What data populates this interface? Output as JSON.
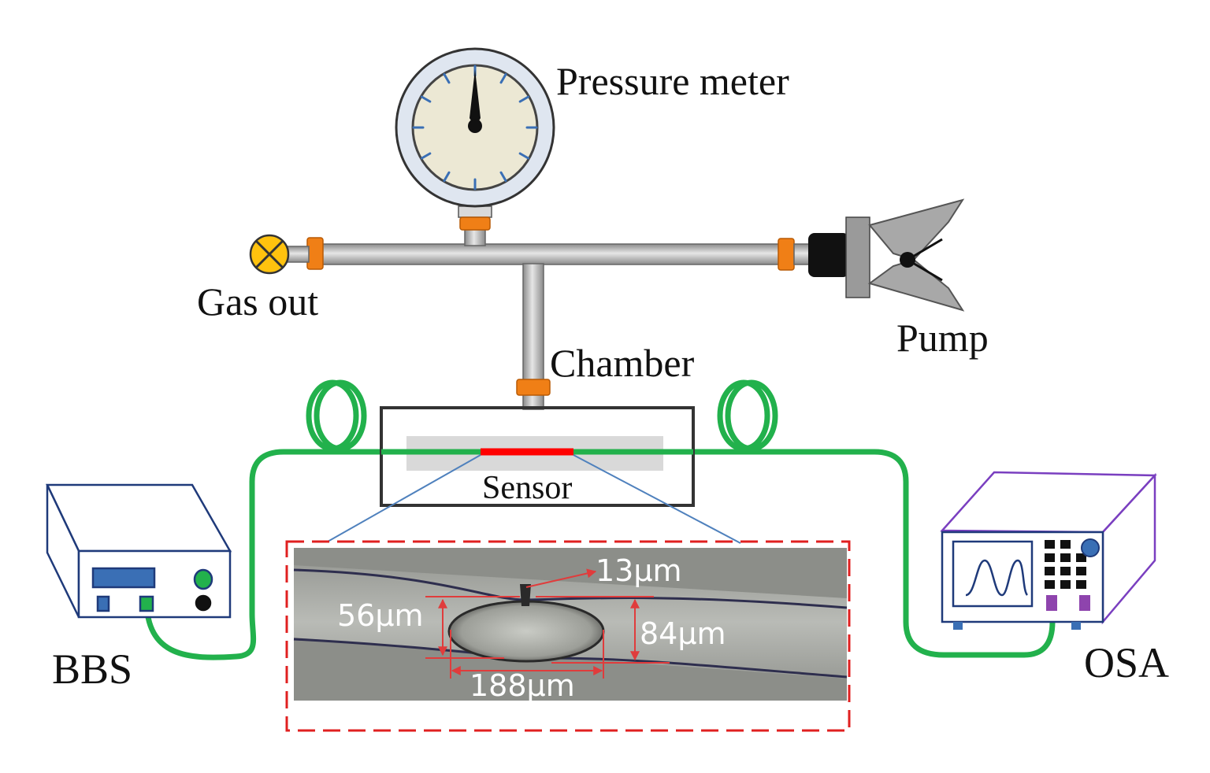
{
  "labels": {
    "pressure_meter": "Pressure meter",
    "gas_out": "Gas out",
    "pump": "Pump",
    "chamber": "Chamber",
    "sensor": "Sensor",
    "bbs": "BBS",
    "osa": "OSA"
  },
  "dimensions": {
    "tip": "13µm",
    "height_left": "56µm",
    "height_right": "84µm",
    "length": "188µm"
  },
  "colors": {
    "fiber": "#22b14c",
    "sensor_segment": "#ff0000",
    "fitting": "#f07f16",
    "valve": "#ffc20e",
    "inset_border": "#e02020",
    "zoom_lines": "#4f81bd",
    "dimension_lines": "#e03c3c",
    "bbs_outline": "#1f3a7a",
    "osa_outline": "#7a3fc0"
  }
}
